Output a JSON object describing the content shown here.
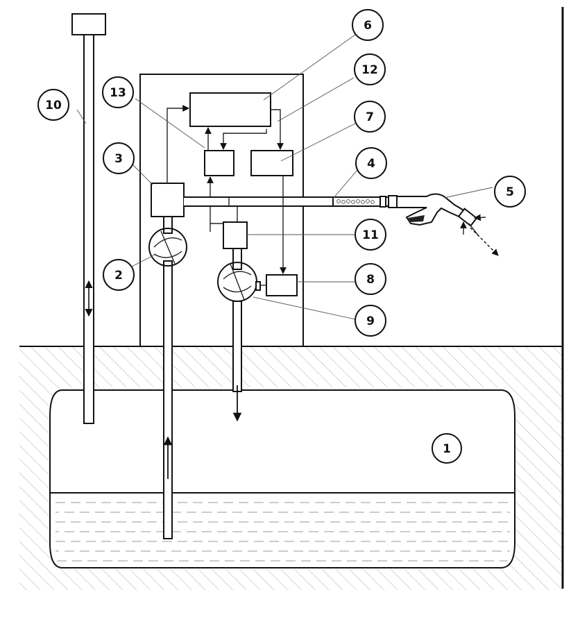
{
  "callouts": [
    {
      "id": "1",
      "label": "1"
    },
    {
      "id": "2",
      "label": "2"
    },
    {
      "id": "3",
      "label": "3"
    },
    {
      "id": "4",
      "label": "4"
    },
    {
      "id": "5",
      "label": "5"
    },
    {
      "id": "6",
      "label": "6"
    },
    {
      "id": "7",
      "label": "7"
    },
    {
      "id": "8",
      "label": "8"
    },
    {
      "id": "9",
      "label": "9"
    },
    {
      "id": "10",
      "label": "10"
    },
    {
      "id": "11",
      "label": "11"
    },
    {
      "id": "12",
      "label": "12"
    },
    {
      "id": "13",
      "label": "13"
    }
  ],
  "colors": {
    "line": "#111111",
    "hatch": "#8a8a8a",
    "background": "#ffffff"
  }
}
